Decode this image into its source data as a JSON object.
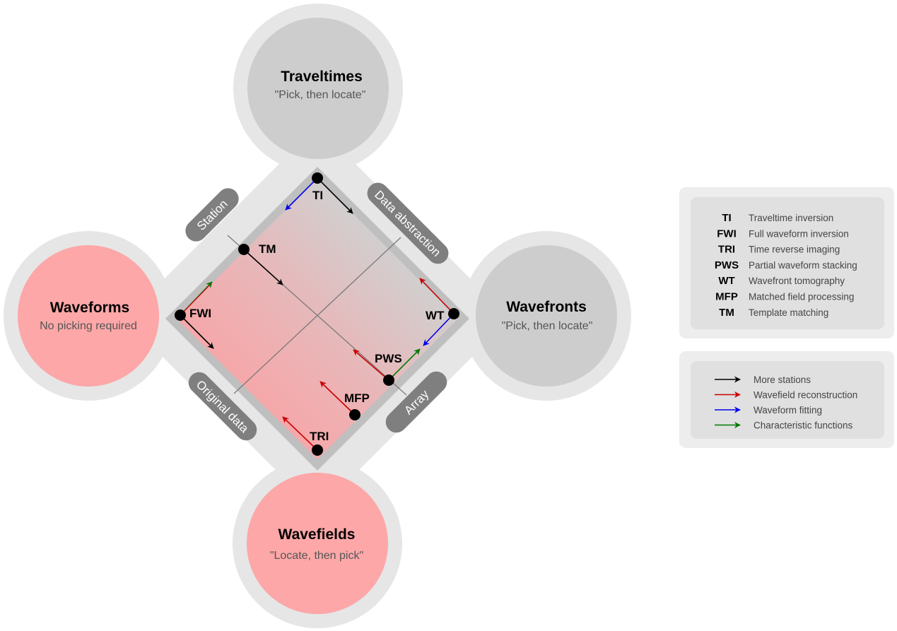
{
  "nodes": {
    "traveltimes": {
      "title": "Traveltimes",
      "subtitle": "\"Pick, then locate\""
    },
    "waveforms": {
      "title": "Waveforms",
      "subtitle": "No picking required"
    },
    "wavefronts": {
      "title": "Wavefronts",
      "subtitle": "\"Pick, then locate\""
    },
    "wavefields": {
      "title": "Wavefields",
      "subtitle": "\"Locate, then pick\""
    }
  },
  "axes": {
    "station": "Station",
    "data_abstraction": "Data abstraction",
    "original_data": "Original data",
    "array": "Array"
  },
  "methods": {
    "ti": "TI",
    "tm": "TM",
    "fwi": "FWI",
    "wt": "WT",
    "pws": "PWS",
    "mfp": "MFP",
    "tri": "TRI"
  },
  "abbreviation_legend": [
    {
      "abbr": "TI",
      "desc": "Traveltime inversion"
    },
    {
      "abbr": "FWI",
      "desc": "Full waveform inversion"
    },
    {
      "abbr": "TRI",
      "desc": "Time reverse imaging"
    },
    {
      "abbr": "PWS",
      "desc": "Partial waveform stacking"
    },
    {
      "abbr": "WT",
      "desc": "Wavefront tomography"
    },
    {
      "abbr": "MFP",
      "desc": "Matched field processing"
    },
    {
      "abbr": "TM",
      "desc": "Template matching"
    }
  ],
  "arrow_legend": [
    {
      "label": "More stations",
      "color": "#000000"
    },
    {
      "label": "Wavefield reconstruction",
      "color": "#cc0000"
    },
    {
      "label": "Waveform fitting",
      "color": "#0000ee"
    },
    {
      "label": "Characteristic functions",
      "color": "#007a00"
    }
  ],
  "colors": {
    "pink": "#fda7a8",
    "gray_node": "#cdcdcd",
    "halo": "#e6e6e6",
    "diamond_border": "#bfbfbf",
    "pill": "#7f7f7f",
    "legend_panel": "#ededed",
    "legend_inner": "#e0e0e0"
  }
}
